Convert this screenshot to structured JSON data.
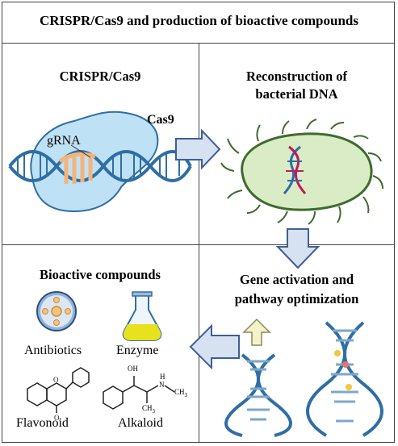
{
  "title": "CRISPR/Cas9 and production of bioactive compounds",
  "panels": {
    "crispr": {
      "heading": "CRISPR/Cas9",
      "cas9_label": "Cas9",
      "grna_label": "gRNA"
    },
    "reconstruction": {
      "heading_line1": "Reconstruction of",
      "heading_line2": "bacterial DNA"
    },
    "gene_activation": {
      "heading_line1": "Gene activation and",
      "heading_line2": "pathway optimization"
    },
    "bioactive": {
      "heading": "Bioactive compounds",
      "items": [
        "Antibiotics",
        "Enzyme",
        "Flavonoid",
        "Alkaloid"
      ],
      "alkaloid_groups": {
        "oh": "OH",
        "nh": "H",
        "n": "N",
        "ch3_a": "CH",
        "ch3_a_sub": "3",
        "ch3_b": "CH",
        "ch3_b_sub": "3"
      }
    }
  },
  "colors": {
    "arrow_fill": "#d6e1f2",
    "arrow_stroke": "#3f5e96",
    "dna": "#2f6ea3",
    "cas9": "#bfe1f5",
    "grna": "#f4b47a",
    "bacteria": "#d9ecc6",
    "bacteria_edge": "#3f6b2e",
    "flask_liquid": "#e7e21c",
    "up_arrow": "#f3f2c8"
  }
}
